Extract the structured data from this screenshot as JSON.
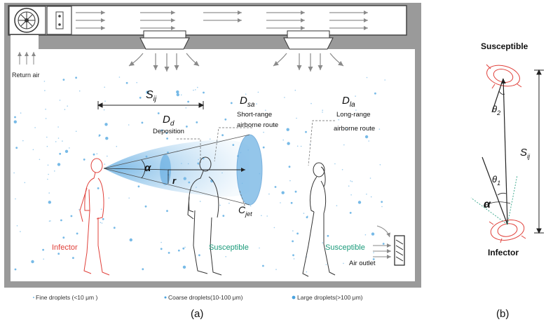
{
  "panel_a": {
    "return_air": "Return air",
    "s_ij": {
      "main": "S",
      "sub": "ij"
    },
    "d_d": {
      "main": "D",
      "sub": "d"
    },
    "deposition": "Deposition",
    "d_sa": {
      "main": "D",
      "sub": "sa"
    },
    "short_range_1": "Short-range",
    "short_range_2": "airborne route",
    "d_la": {
      "main": "D",
      "sub": "la"
    },
    "long_range_1": "Long-range",
    "long_range_2": "airborne route",
    "alpha": "α",
    "r": "r",
    "c_jet": {
      "main": "C",
      "sub": "jet"
    },
    "infector": "Infector",
    "susceptible_1": "Susceptible",
    "susceptible_2": "Susceptible",
    "air_outlet": "Air outlet",
    "legend": {
      "fine": "Fine droplets (<10 μm )",
      "coarse": "Coarse droplets(10-100 μm)",
      "large": "Large droplets(>100 μm)"
    },
    "caption": "(a)"
  },
  "panel_b": {
    "susceptible": "Susceptible",
    "infector": "Infector",
    "theta2": {
      "main": "θ",
      "sub": "2"
    },
    "theta1": {
      "main": "θ",
      "sub": "1"
    },
    "alpha": "α",
    "s_ij": {
      "main": "S",
      "sub": "ij"
    },
    "caption": "(b)"
  },
  "colors": {
    "wall": "#9a9a9a",
    "duct": "#555555",
    "infector": "#e0403a",
    "susceptible": "#1a9a7a",
    "droplet": "#4aa3df",
    "cone": "#7ab8e6"
  }
}
